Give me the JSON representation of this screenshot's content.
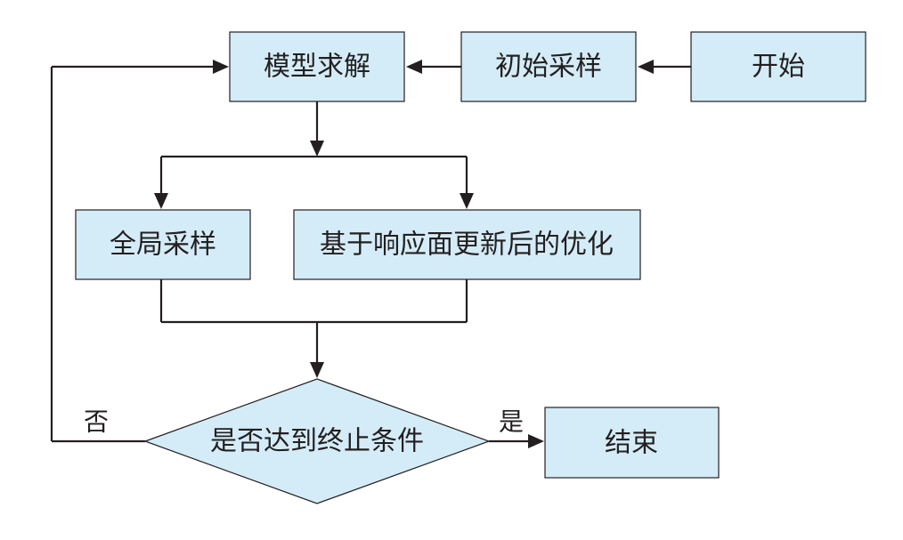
{
  "nodes": {
    "start": "开始",
    "initial_sampling": "初始采样",
    "model_solve": "模型求解",
    "global_sampling": "全局采样",
    "rsm_optimization": "基于响应面更新后的优化",
    "termination_check": "是否达到终止条件",
    "end": "结束"
  },
  "edge_labels": {
    "no": "否",
    "yes": "是"
  },
  "colors": {
    "node_fill": "#d4ecf7",
    "stroke": "#231f20"
  }
}
